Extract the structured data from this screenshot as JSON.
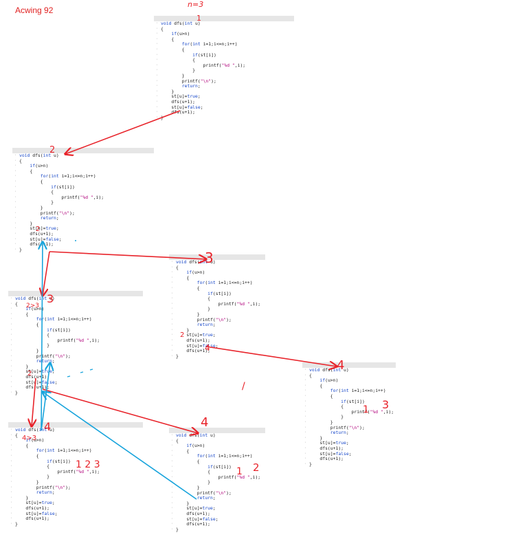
{
  "page_title": "Acwing 92",
  "code_lines": [
    "void dfs(int u)",
    "{",
    "    if(u>n)",
    "    {",
    "        for(int i=1;i<=n;i++)",
    "        {",
    "            if(st[i])",
    "            {",
    "                printf(\"%d \",i);",
    "            }",
    "        }",
    "        printf(\"\\n\");",
    "        return;",
    "    }",
    "    st[u]=true;",
    "    dfs(u+1);",
    "    st[u]=false;",
    "    dfs(u+1);",
    "}"
  ],
  "annotations": {
    "n_eq_3": "n=3",
    "p1_label": "1",
    "p2_label": "2",
    "p2_st_mark": "2",
    "p3_label": "3",
    "p3_st_mark": "2",
    "p3_dfs_mark": "4",
    "p4_label": "3",
    "p4_sub": "2>3",
    "p4_st_mark": "2",
    "p5_label": "4",
    "p5_mark1": "1",
    "p5_mark3": "3",
    "p6_label": "4",
    "p6_sub": "4>3",
    "p6_out": "1 2 3",
    "p7_label": "4",
    "p7_mark1": "1",
    "p7_mark2": "2",
    "stray_mark": "/"
  },
  "colors": {
    "red_arrow": "#e8232a",
    "blue_arrow": "#18a4dc",
    "title": "#e02020"
  }
}
